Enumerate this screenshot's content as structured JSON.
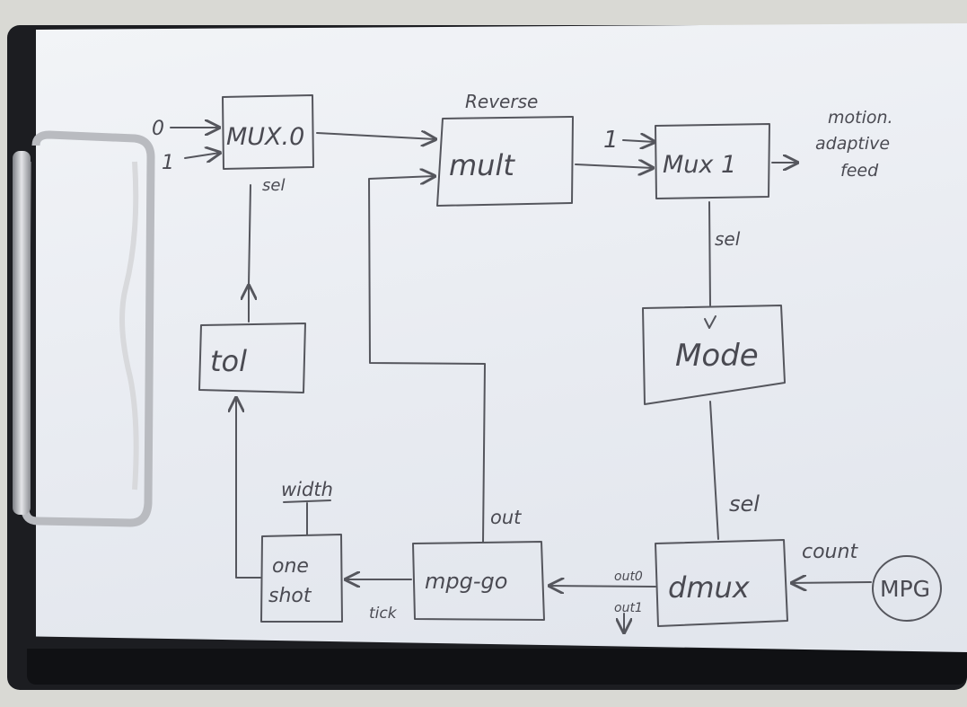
{
  "diagram": {
    "blocks": {
      "mux0": "MUX.0",
      "mult": "mult",
      "mux1": "Mux 1",
      "tol": "tol",
      "mode": "Mode",
      "oneshot_line1": "one",
      "oneshot_line2": "shot",
      "mpggo": "mpg-go",
      "dmux": "dmux",
      "mpg": "MPG"
    },
    "labels": {
      "mux0_in0": "0",
      "mux0_in1": "1",
      "mux0_sel": "sel",
      "mult_title": "Reverse",
      "mux1_in1": "1",
      "output_line1": "motion.",
      "output_line2": "adaptive",
      "output_line3": "feed",
      "mux1_sel": "sel",
      "dmux_sel": "sel",
      "width": "width",
      "tick": "tick",
      "out": "out",
      "out0": "out0",
      "out1": "out1",
      "count": "count"
    },
    "colors": {
      "ink": "#55565d",
      "paper": "#eef0f4",
      "clipboard": "#1c1d21",
      "clip_metal": "#c8c9cd"
    }
  }
}
